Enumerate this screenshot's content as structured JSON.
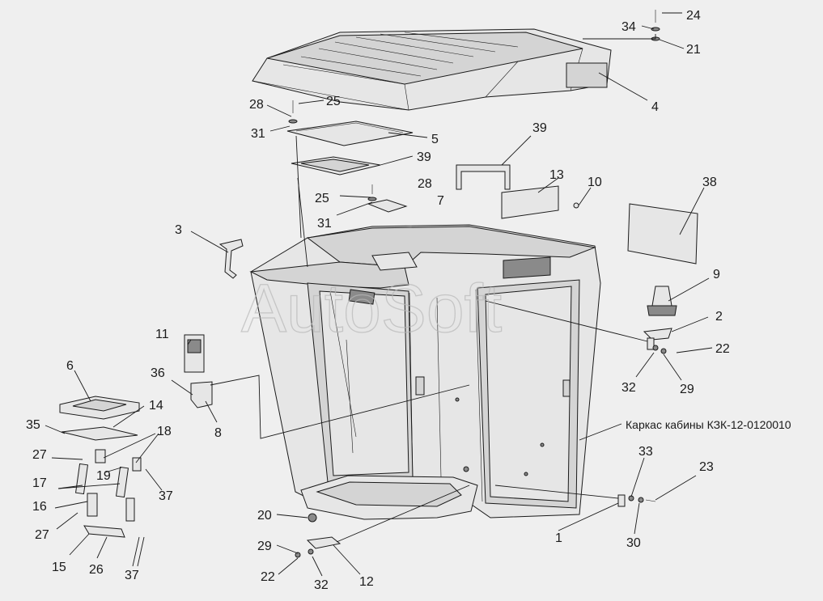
{
  "watermark": "AutoSoft",
  "caption": "Каркас кабины КЗК-12-0120010",
  "callouts": [
    "1",
    "2",
    "3",
    "4",
    "5",
    "6",
    "7",
    "8",
    "9",
    "10",
    "11",
    "12",
    "13",
    "14",
    "15",
    "16",
    "17",
    "18",
    "19",
    "20",
    "21",
    "22",
    "23",
    "24",
    "25",
    "26",
    "27",
    "28",
    "29",
    "30",
    "31",
    "32",
    "33",
    "34",
    "35",
    "36",
    "37",
    "38",
    "39"
  ]
}
